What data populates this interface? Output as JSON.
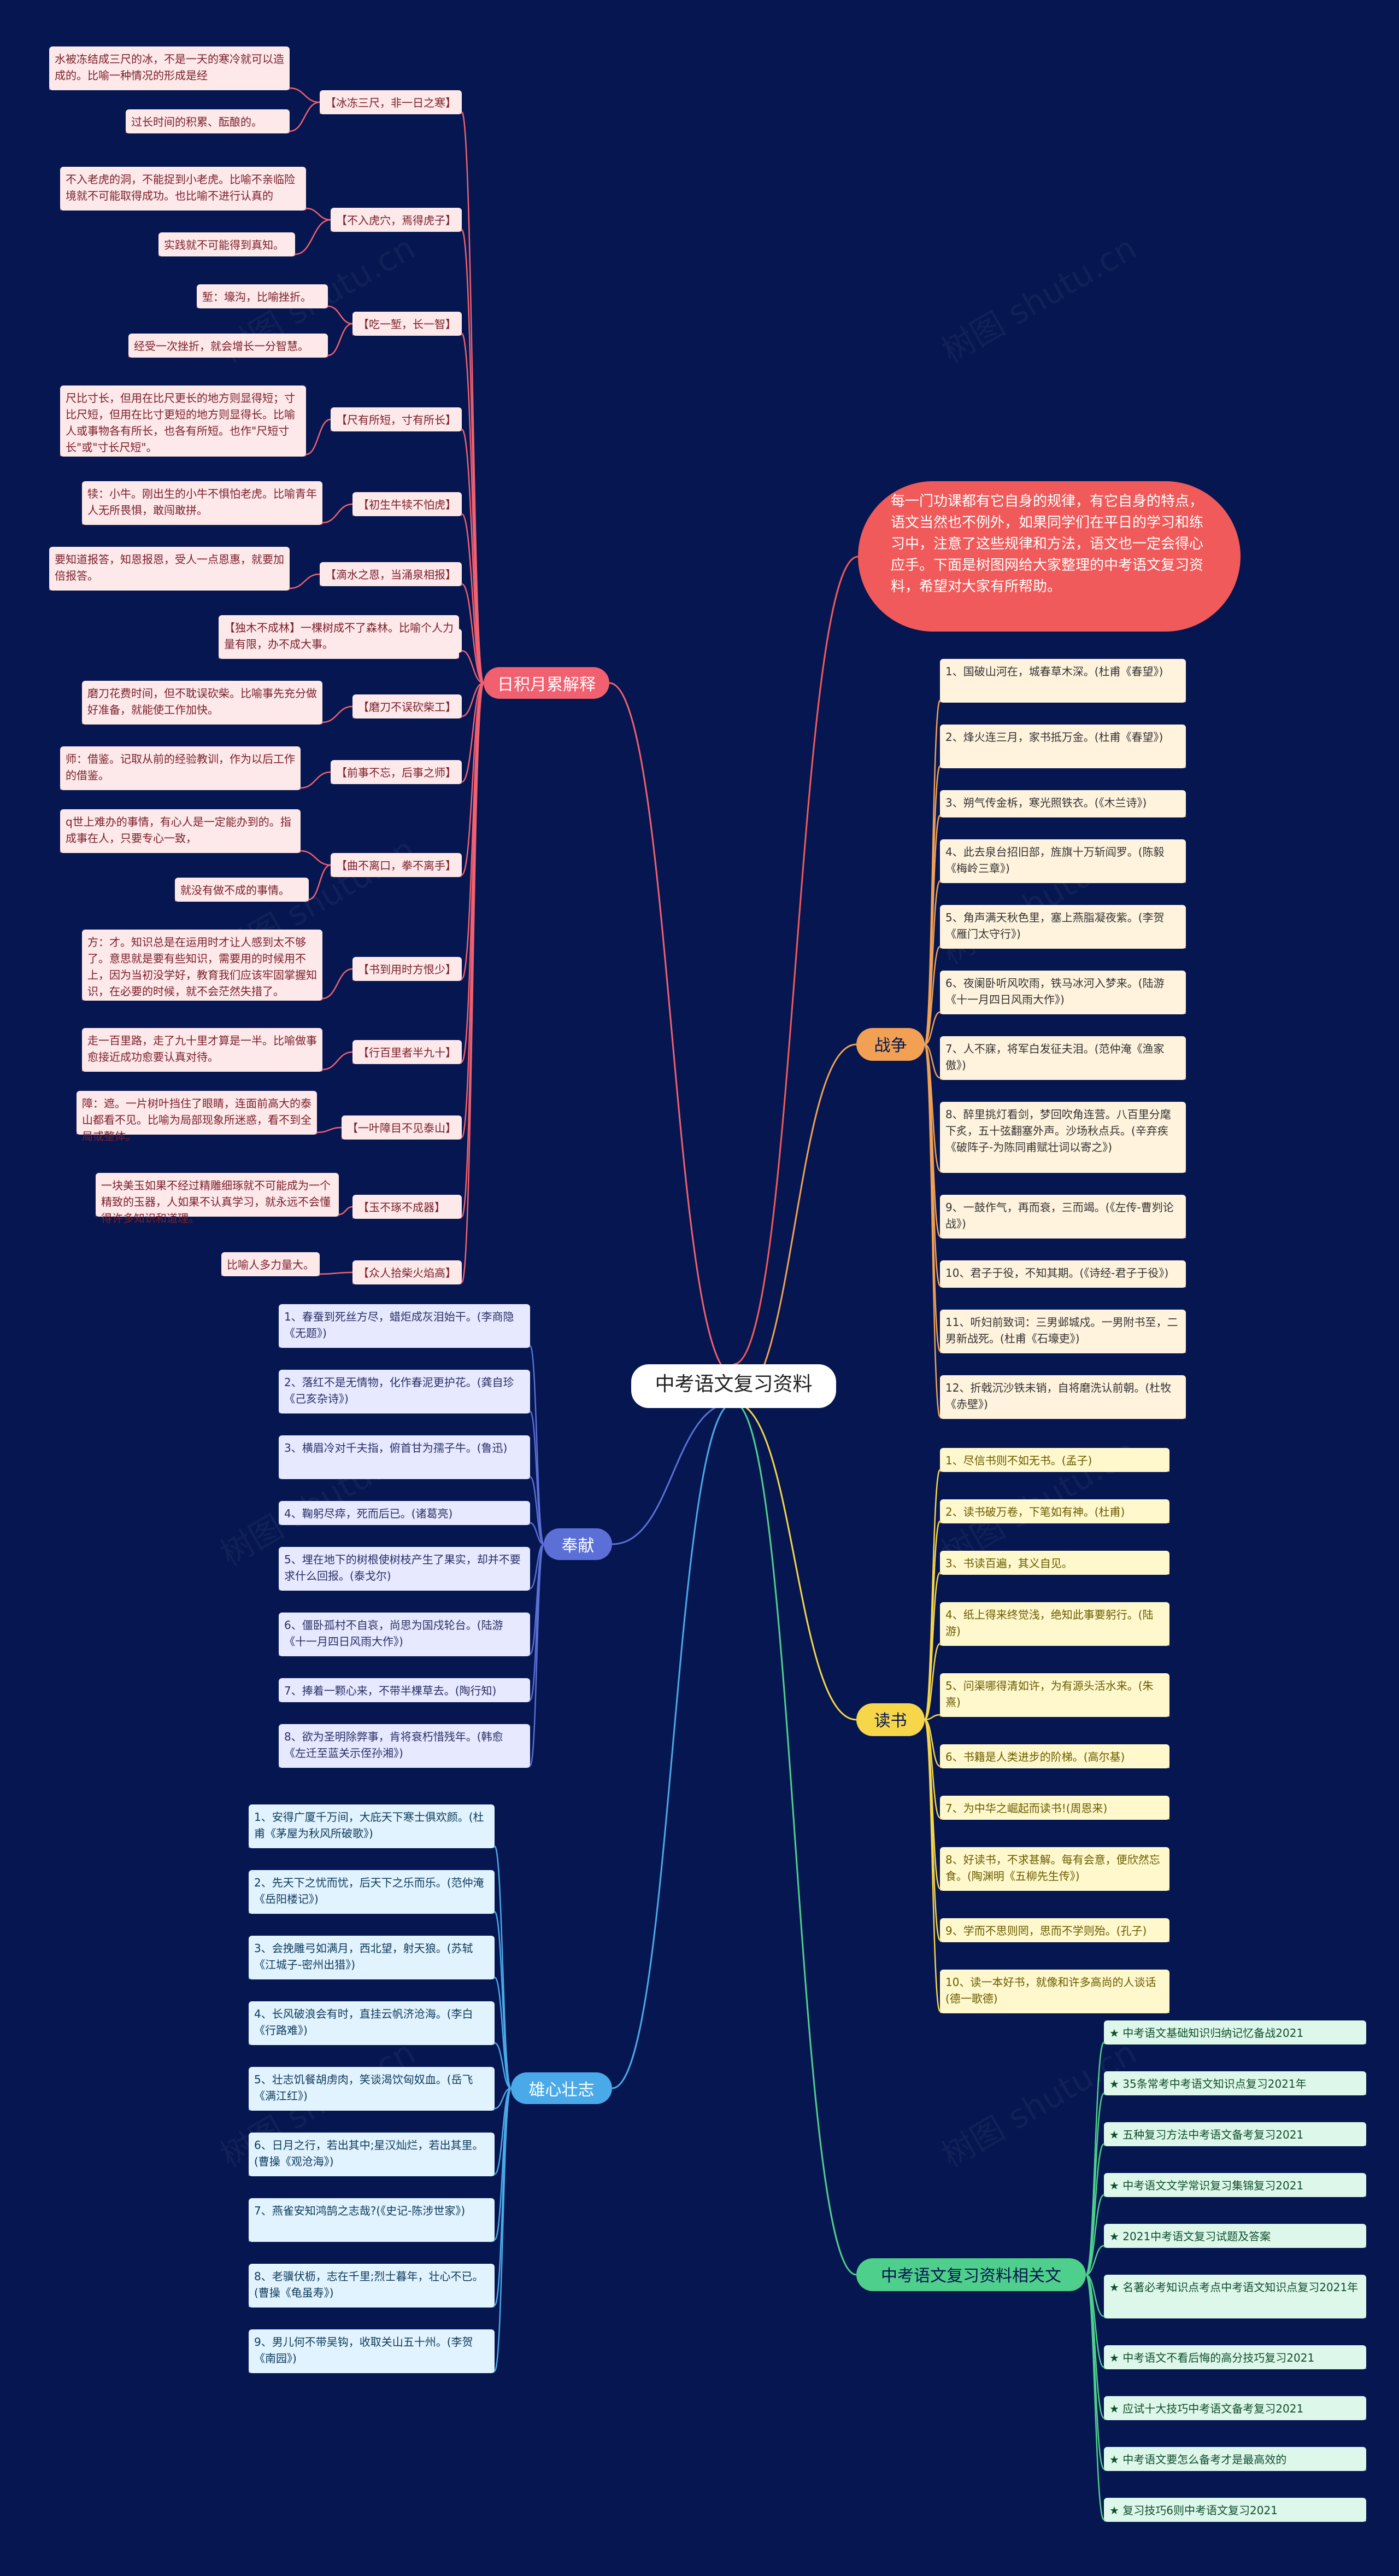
{
  "root": "中考语文复习资料",
  "intro": "每一门功课都有它自身的规律，有它自身的特点，语文当然也不例外，如果同学们在平日的学习和练习中，注意了这些规律和方法，语文也一定会得心应手。下面是树图网给大家整理的中考语文复习资料，希望对大家有所帮助。",
  "watermark": "树图 shutu.cn",
  "colors": {
    "background": "#051650",
    "idiom": "#f0606f",
    "war": "#f2a154",
    "reading": "#f7d64a",
    "dedication": "#5b6fd6",
    "ambition": "#4aa9e8",
    "articles": "#4fcf8c",
    "intro": "#f05a5a"
  },
  "categories": {
    "idiom": {
      "label": "日积月累解释",
      "entries": [
        {
          "title": "【冰冻三尺，非一日之寒】",
          "notes": [
            "水被冻结成三尺的冰，不是一天的寒冷就可以造成的。比喻一种情况的形成是经",
            "过长时间的积累、酝酿的。"
          ]
        },
        {
          "title": "【不入虎穴，焉得虎子】",
          "notes": [
            "不入老虎的洞，不能捉到小老虎。比喻不亲临险境就不可能取得成功。也比喻不进行认真的",
            "实践就不可能得到真知。"
          ]
        },
        {
          "title": "【吃一堑，长一智】",
          "notes": [
            "堑：壕沟，比喻挫折。",
            "经受一次挫折，就会增长一分智慧。"
          ]
        },
        {
          "title": "【尺有所短，寸有所长】",
          "notes": [
            "尺比寸长，但用在比尺更长的地方则显得短；寸比尺短，但用在比寸更短的地方则显得长。比喻人或事物各有所长，也各有所短。也作\"尺短寸长\"或\"寸长尺短\"。"
          ]
        },
        {
          "title": "【初生牛犊不怕虎】",
          "notes": [
            "犊：小牛。刚出生的小牛不惧怕老虎。比喻青年人无所畏惧，敢闯敢拼。"
          ]
        },
        {
          "title": "【滴水之恩，当涌泉相报】",
          "notes": [
            "要知道报答，知恩报恩，受人一点恩惠，就要加倍报答。"
          ]
        },
        {
          "title": "【独木不成林】",
          "notes": [
            "【独木不成林】一棵树成不了森林。比喻个人力量有限，办不成大事。"
          ]
        },
        {
          "title": "【磨刀不误砍柴工】",
          "notes": [
            "磨刀花费时间，但不耽误砍柴。比喻事先充分做好准备，就能使工作加快。"
          ]
        },
        {
          "title": "【前事不忘，后事之师】",
          "notes": [
            "师：借鉴。记取从前的经验教训，作为以后工作的借鉴。"
          ]
        },
        {
          "title": "【曲不离口，拳不离手】",
          "notes": [
            "q世上难办的事情，有心人是一定能办到的。指成事在人，只要专心一致，",
            "就没有做不成的事情。"
          ]
        },
        {
          "title": "【书到用时方恨少】",
          "notes": [
            "方：才。知识总是在运用时才让人感到太不够了。意思就是要有些知识，需要用的时候用不上，因为当初没学好，教育我们应该牢固掌握知识，在必要的时候，就不会茫然失措了。"
          ]
        },
        {
          "title": "【行百里者半九十】",
          "notes": [
            "走一百里路，走了九十里才算是一半。比喻做事愈接近成功愈要认真对待。"
          ]
        },
        {
          "title": "【一叶障目不见泰山】",
          "notes": [
            "障：遮。一片树叶挡住了眼睛，连面前高大的泰山都看不见。比喻为局部现象所迷惑，看不到全局或整体。"
          ]
        },
        {
          "title": "【玉不琢不成器】",
          "notes": [
            "一块美玉如果不经过精雕细琢就不可能成为一个精致的玉器，人如果不认真学习，就永远不会懂得许多知识和道理。"
          ]
        },
        {
          "title": "【众人拾柴火焰高】",
          "notes": [
            "比喻人多力量大。"
          ]
        }
      ]
    },
    "war": {
      "label": "战争",
      "items": [
        "1、国破山河在，城春草木深。(杜甫《春望》)",
        "2、烽火连三月，家书抵万金。(杜甫《春望》)",
        "3、朔气传金柝，寒光照铁衣。(《木兰诗》)",
        "4、此去泉台招旧部，旌旗十万斩阎罗。(陈毅《梅岭三章》)",
        "5、角声满天秋色里，塞上燕脂凝夜紫。(李贺《雁门太守行》)",
        "6、夜阑卧听风吹雨，铁马冰河入梦来。(陆游《十一月四日风雨大作》)",
        "7、人不寐，将军白发征夫泪。(范仲淹《渔家傲》)",
        "8、醉里挑灯看剑，梦回吹角连营。八百里分麾下炙，五十弦翻塞外声。沙场秋点兵。(辛弃疾《破阵子-为陈同甫赋壮词以寄之》)",
        "9、一鼓作气，再而衰，三而竭。(《左传-曹刿论战》)",
        "10、君子于役，不知其期。(《诗经-君子于役》)",
        "11、听妇前致词：三男邺城戍。一男附书至，二男新战死。(杜甫《石壕吏》)",
        "12、折戟沉沙铁未销，自将磨洗认前朝。(杜牧《赤壁》)"
      ]
    },
    "reading": {
      "label": "读书",
      "items": [
        "1、尽信书则不如无书。(孟子)",
        "2、读书破万卷，下笔如有神。(杜甫)",
        "3、书读百遍，其义自见。",
        "4、纸上得来终觉浅，绝知此事要躬行。(陆游)",
        "5、问渠哪得清如许，为有源头活水来。(朱熹)",
        "6、书籍是人类进步的阶梯。(高尔基)",
        "7、为中华之崛起而读书!(周恩来)",
        "8、好读书，不求甚解。每有会意，便欣然忘食。(陶渊明《五柳先生传》)",
        "9、学而不思则罔，思而不学则殆。(孔子)",
        "10、读一本好书，就像和许多高尚的人谈话(德一歌德)"
      ]
    },
    "dedication": {
      "label": "奉献",
      "items": [
        "1、春蚕到死丝方尽，蜡炬成灰泪始干。(李商隐《无题》)",
        "2、落红不是无情物，化作春泥更护花。(龚自珍《己亥杂诗》)",
        "3、横眉冷对千夫指，俯首甘为孺子牛。(鲁迅)",
        "4、鞠躬尽瘁，死而后已。(诸葛亮)",
        "5、埋在地下的树根使树枝产生了果实，却并不要求什么回报。(泰戈尔)",
        "6、僵卧孤村不自哀，尚思为国戍轮台。(陆游《十一月四日风雨大作》)",
        "7、捧着一颗心来，不带半棵草去。(陶行知)",
        "8、欲为圣明除弊事，肯将衰朽惜残年。(韩愈《左迁至蓝关示侄孙湘》)"
      ]
    },
    "ambition": {
      "label": "雄心壮志",
      "items": [
        "1、安得广厦千万间，大庇天下寒士俱欢颜。(杜甫《茅屋为秋风所破歌》)",
        "2、先天下之忧而忧，后天下之乐而乐。(范仲淹《岳阳楼记》)",
        "3、会挽雕弓如满月，西北望，射天狼。(苏轼《江城子-密州出猎》)",
        "4、长风破浪会有时，直挂云帆济沧海。(李白《行路难》)",
        "5、壮志饥餐胡虏肉，笑谈渴饮匈奴血。(岳飞《满江红》)",
        "6、日月之行，若出其中;星汉灿烂，若出其里。(曹操《观沧海》)",
        "7、燕雀安知鸿鹄之志哉?(《史记-陈涉世家》)",
        "8、老骥伏枥，志在千里;烈士暮年，壮心不已。(曹操《龟虽寿》)",
        "9、男儿何不带吴钩，收取关山五十州。(李贺《南园》)"
      ]
    },
    "articles": {
      "label": "中考语文复习资料相关文章：",
      "items": [
        "★ 中考语文基础知识归纳记忆备战2021",
        "★ 35条常考中考语文知识点复习2021年",
        "★ 五种复习方法中考语文备考复习2021",
        "★ 中考语文文学常识复习集锦复习2021",
        "★ 2021中考语文复习试题及答案",
        "★ 名著必考知识点考点中考语文知识点复习2021年",
        "★ 中考语文不看后悔的高分技巧复习2021",
        "★ 应试十大技巧中考语文备考复习2021",
        "★ 中考语文要怎么备考才是最高效的",
        "★ 复习技巧6则中考语文复习2021"
      ]
    }
  }
}
